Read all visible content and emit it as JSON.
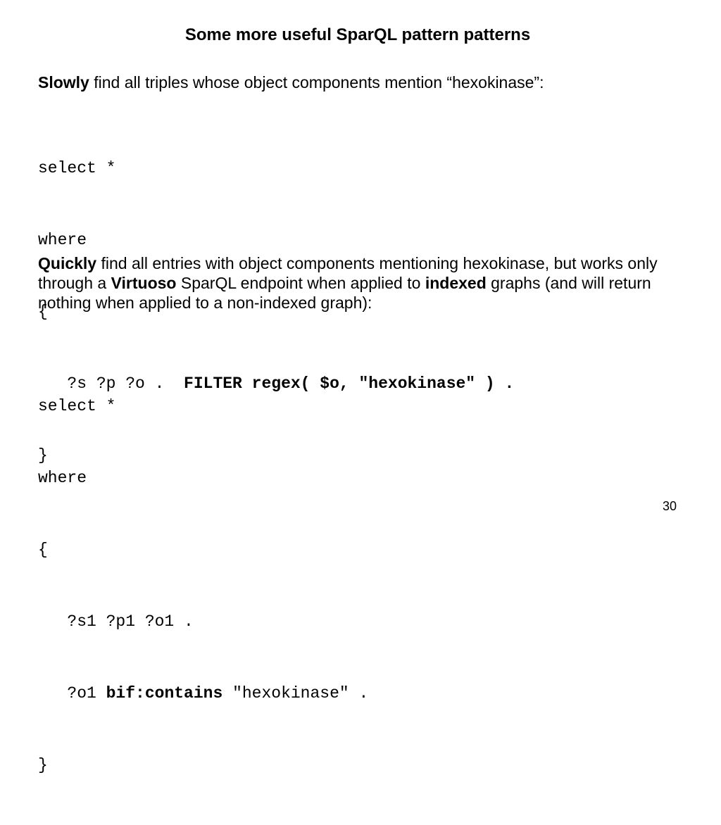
{
  "slide": {
    "title": "Some more useful SparQL pattern patterns",
    "page_number": "30"
  },
  "section1": {
    "lead_bold": "Slowly",
    "lead_rest": " find all triples whose object components mention “hexokinase”:",
    "code": {
      "line1": "select *",
      "line2": "where",
      "line3": "{",
      "line4_plain": "   ?s ?p ?o .  ",
      "line4_bold": "FILTER regex( $o, \"hexokinase\" ) .",
      "line5": "}"
    }
  },
  "section2": {
    "lead_bold": "Quickly",
    "text1": " find all entries with object components mentioning hexokinase, but works only through a ",
    "bold2": "Virtuoso",
    "text2": " SparQL endpoint when applied to ",
    "bold3": "indexed",
    "text3": " graphs (and will return nothing when applied to a non-indexed graph):",
    "code": {
      "line1": "select *",
      "line2": "where",
      "line3": "{",
      "line4": "   ?s1 ?p1 ?o1 .",
      "line5_plain_a": "   ?o1 ",
      "line5_bold": "bif:contains",
      "line5_plain_b": " \"hexokinase\" .",
      "line6": "}"
    }
  }
}
